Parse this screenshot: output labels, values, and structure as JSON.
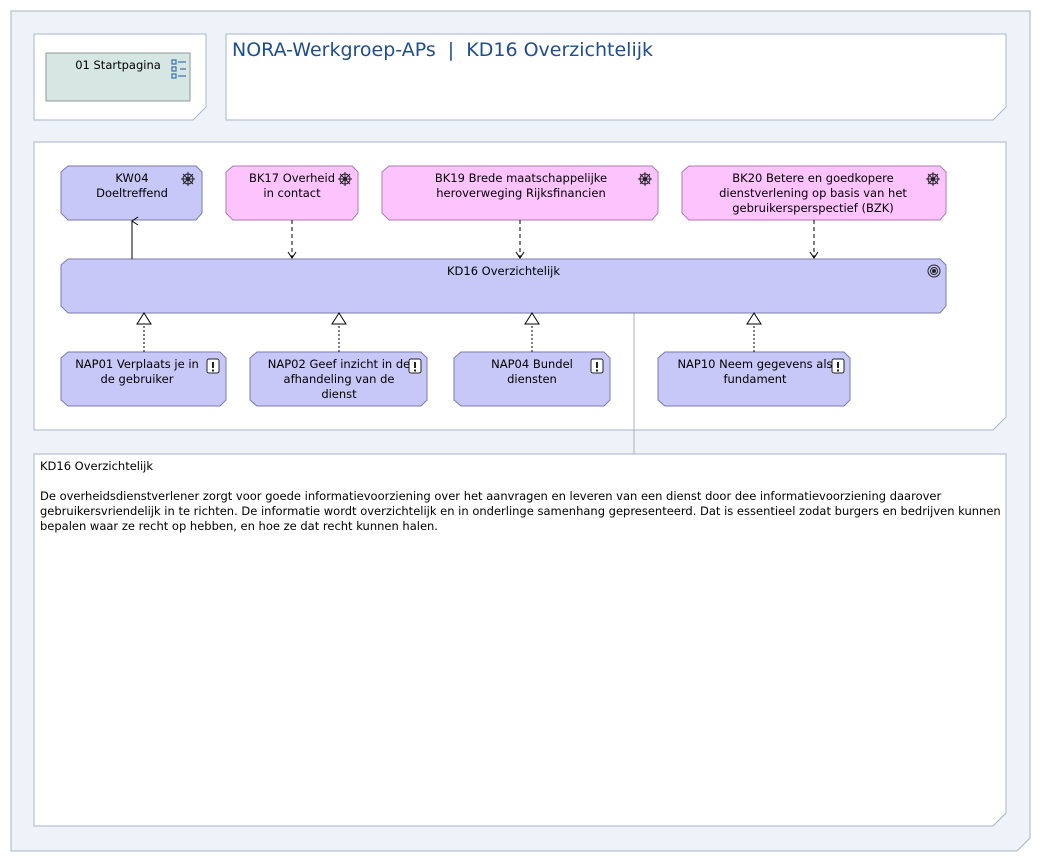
{
  "header": {
    "title": "NORA-Werkgroep-APs  |  KD16 Overzichtelijk",
    "start_button_label": "01 Startpagina"
  },
  "drivers": [
    {
      "label": "KW04\nDoeltreffend",
      "icon": "driver-wheel-icon"
    },
    {
      "label": "BK17 Overheid\nin contact",
      "icon": "driver-wheel-icon"
    },
    {
      "label": "BK19 Brede maatschappelijke\nheroverweging Rijksfinancien",
      "icon": "driver-wheel-icon"
    },
    {
      "label": "BK20 Betere en goedkopere\ndienstverlening op basis van het\ngebruikersperspectief (BZK)",
      "icon": "driver-wheel-icon"
    }
  ],
  "goal": {
    "label": "KD16 Overzichtelijk",
    "icon": "goal-target-icon"
  },
  "principles": [
    {
      "label": "NAP01 Verplaats je in\nde gebruiker",
      "icon": "principle-exclamation-icon"
    },
    {
      "label": "NAP02 Geef inzicht in de\nafhandeling van de\ndienst",
      "icon": "principle-exclamation-icon"
    },
    {
      "label": "NAP04 Bundel\ndiensten",
      "icon": "principle-exclamation-icon"
    },
    {
      "label": "NAP10 Neem gegevens als\nfundament",
      "icon": "principle-exclamation-icon"
    }
  ],
  "description": {
    "heading": "KD16 Overzichtelijk",
    "body": "De overheidsdienstverlener zorgt voor goede informatievoorziening over het aanvragen en leveren van een dienst door dee informatievoorziening daarover gebruikersvriendelijk in te richten. De informatie wordt overzichtelijk en in onderlinge samenhang gepresenteerd. Dat is essentieel zodat burgers en bedrijven kunnen bepalen waar ze recht op hebben, en hoe ze dat recht kunnen halen."
  },
  "colors": {
    "driver_blue": "#c8c8f8",
    "driver_pink": "#fcc3fc",
    "goal": "#c8c8f8",
    "principle": "#c8c8f8",
    "start_button": "#d6e6e2",
    "title": "#1f4e8c",
    "outer_frame": "#eef3fa"
  }
}
